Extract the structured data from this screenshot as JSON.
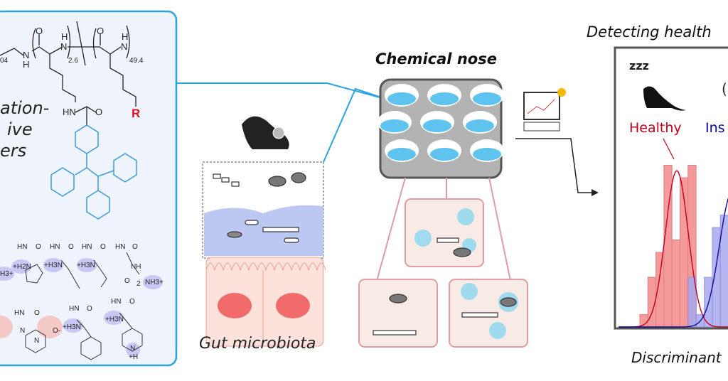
{
  "left_panel": {
    "title_lines": [
      "ation-",
      "ive",
      "ers"
    ],
    "polymer": {
      "O1": "O",
      "O2": "O",
      "NH1": "N",
      "H1": "H",
      "NH2": "N",
      "H2": "H",
      "NH3": "N",
      "H3": "H",
      "sub1": "04",
      "sub2": "2.6",
      "sub3": "49.4",
      "amide": "HN",
      "amideO": "O",
      "R": "R"
    },
    "residues": [
      "HN",
      "O",
      "+H2N",
      "HN",
      "O",
      "+H3N",
      "HN",
      "O",
      "+H3N",
      "HN",
      "O",
      "NH",
      "O",
      "2",
      "NH3+",
      "H3+",
      "HN",
      "O",
      "N",
      "N",
      "O-",
      "HN",
      "O",
      "+H3N",
      "HN",
      "O",
      "+H3N",
      "N",
      "+H"
    ]
  },
  "middle": {
    "chemical_nose_label": "Chemical nose",
    "gut_label": "Gut microbiota"
  },
  "right_panel": {
    "title": "Detecting health",
    "sleep_label": "zzz",
    "partial_label": "((",
    "healthy_label": "Healthy",
    "insomnia_label": "Ins",
    "xlabel": "Discriminant"
  },
  "colors": {
    "frame": "#2aa3e0",
    "panel_bg": "#eef3fc",
    "healthy": "#c0001a",
    "healthy_bar": "#f59a9a",
    "insomnia": "#0a0a9a",
    "insomnia_bar": "#a9a9f0",
    "accent_blue": "#3a9ad9",
    "red_R": "#e0102a"
  },
  "chart_data": {
    "type": "bar",
    "title": "",
    "xlabel": "Discriminant",
    "series": [
      {
        "name": "Healthy",
        "values": [
          1,
          4,
          6,
          13,
          7,
          12,
          13
        ]
      },
      {
        "name": "Ins",
        "values": [
          4,
          1,
          4,
          8,
          9
        ]
      }
    ]
  }
}
